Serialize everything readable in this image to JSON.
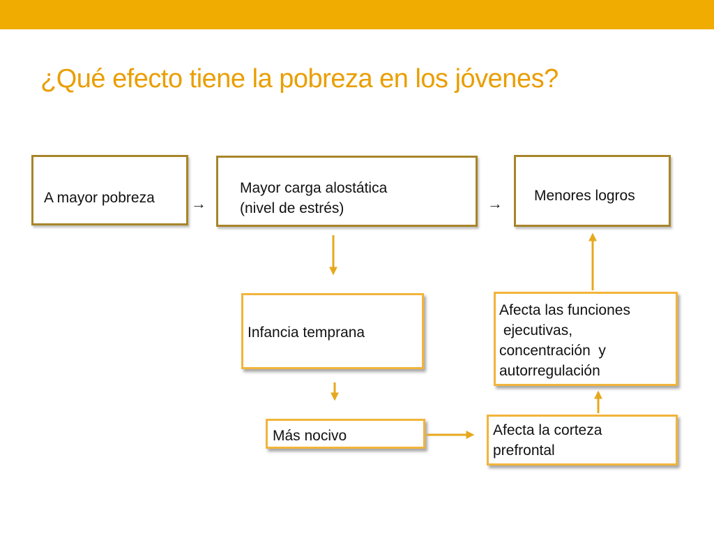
{
  "title": "¿Qué efecto tiene la pobreza en los jóvenes?",
  "nodes": {
    "poverty": "A mayor pobreza",
    "allostatic_load": [
      "Mayor carga alostática",
      "(nivel de estrés)"
    ],
    "achievement": "Menores logros",
    "early_childhood": "Infancia temprana",
    "more_harmful": "Más nocivo",
    "prefrontal_cortex": [
      "Afecta la corteza",
      "prefrontal"
    ],
    "executive_functions": [
      "Afecta las funciones",
      " ejecutivas,",
      "concentración  y",
      "autorregulación"
    ]
  },
  "arrow_glyph": "→",
  "colors": {
    "accent": "#f0ac00",
    "title": "#e99e00",
    "box_border": "#a8852a",
    "box_border_accent": "#f2b43a",
    "connector": "#e6a81e"
  }
}
